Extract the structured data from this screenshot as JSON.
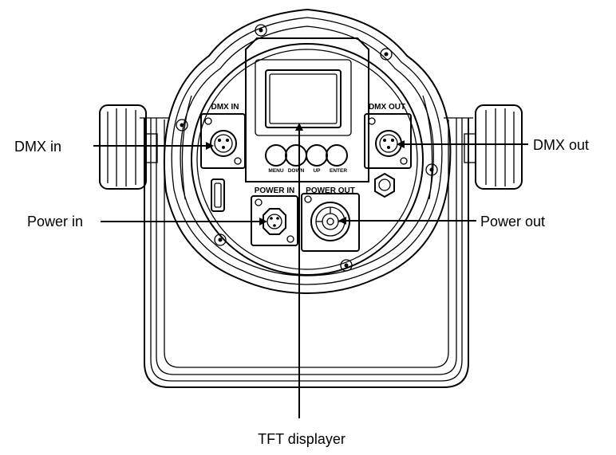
{
  "callouts": {
    "dmx_in": "DMX in",
    "dmx_out": "DMX out",
    "power_in": "Power in",
    "power_out": "Power out",
    "tft_display": "TFT displayer"
  },
  "panel_labels": {
    "dmx_in": "DMX IN",
    "dmx_out": "DMX OUT",
    "power_in": "POWER IN",
    "power_out": "POWER OUT"
  },
  "buttons": [
    "MENU",
    "DOWN",
    "UP",
    "ENTER"
  ]
}
